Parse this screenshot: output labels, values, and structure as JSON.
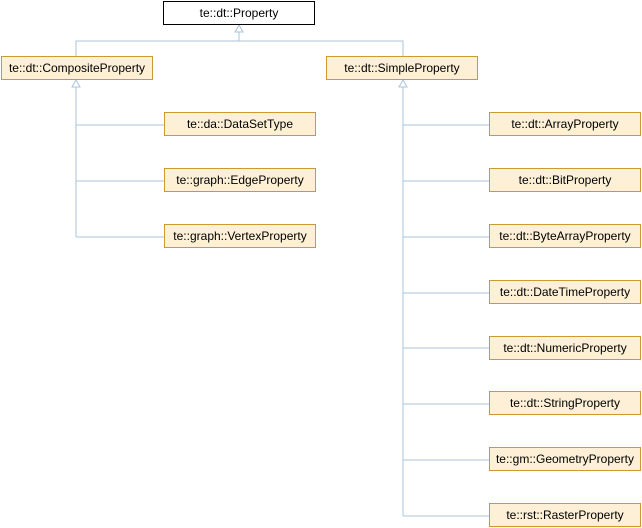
{
  "nodes": {
    "root": "te::dt::Property",
    "composite": "te::dt::CompositeProperty",
    "simple": "te::dt::SimpleProperty",
    "dataset_type": "te::da::DataSetType",
    "edge_property": "te::graph::EdgeProperty",
    "vertex_property": "te::graph::VertexProperty",
    "array_property": "te::dt::ArrayProperty",
    "bit_property": "te::dt::BitProperty",
    "byte_array_property": "te::dt::ByteArrayProperty",
    "date_time_property": "te::dt::DateTimeProperty",
    "numeric_property": "te::dt::NumericProperty",
    "string_property": "te::dt::StringProperty",
    "geometry_property": "te::gm::GeometryProperty",
    "raster_property": "te::rst::RasterProperty"
  },
  "colors": {
    "node_fill": "#fdf0d6",
    "node_border": "#cc9933",
    "root_fill": "#ffffff",
    "root_border": "#000000",
    "edge": "#a9c4dc"
  }
}
